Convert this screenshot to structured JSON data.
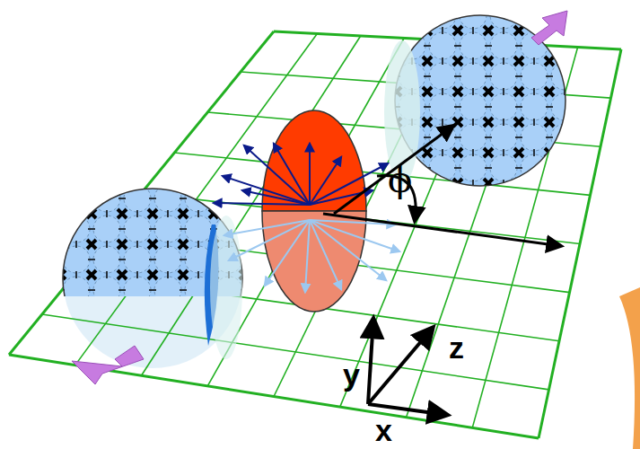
{
  "diagram": {
    "labels": [
      "ϕ",
      "z",
      "y",
      "x"
    ]
  }
}
